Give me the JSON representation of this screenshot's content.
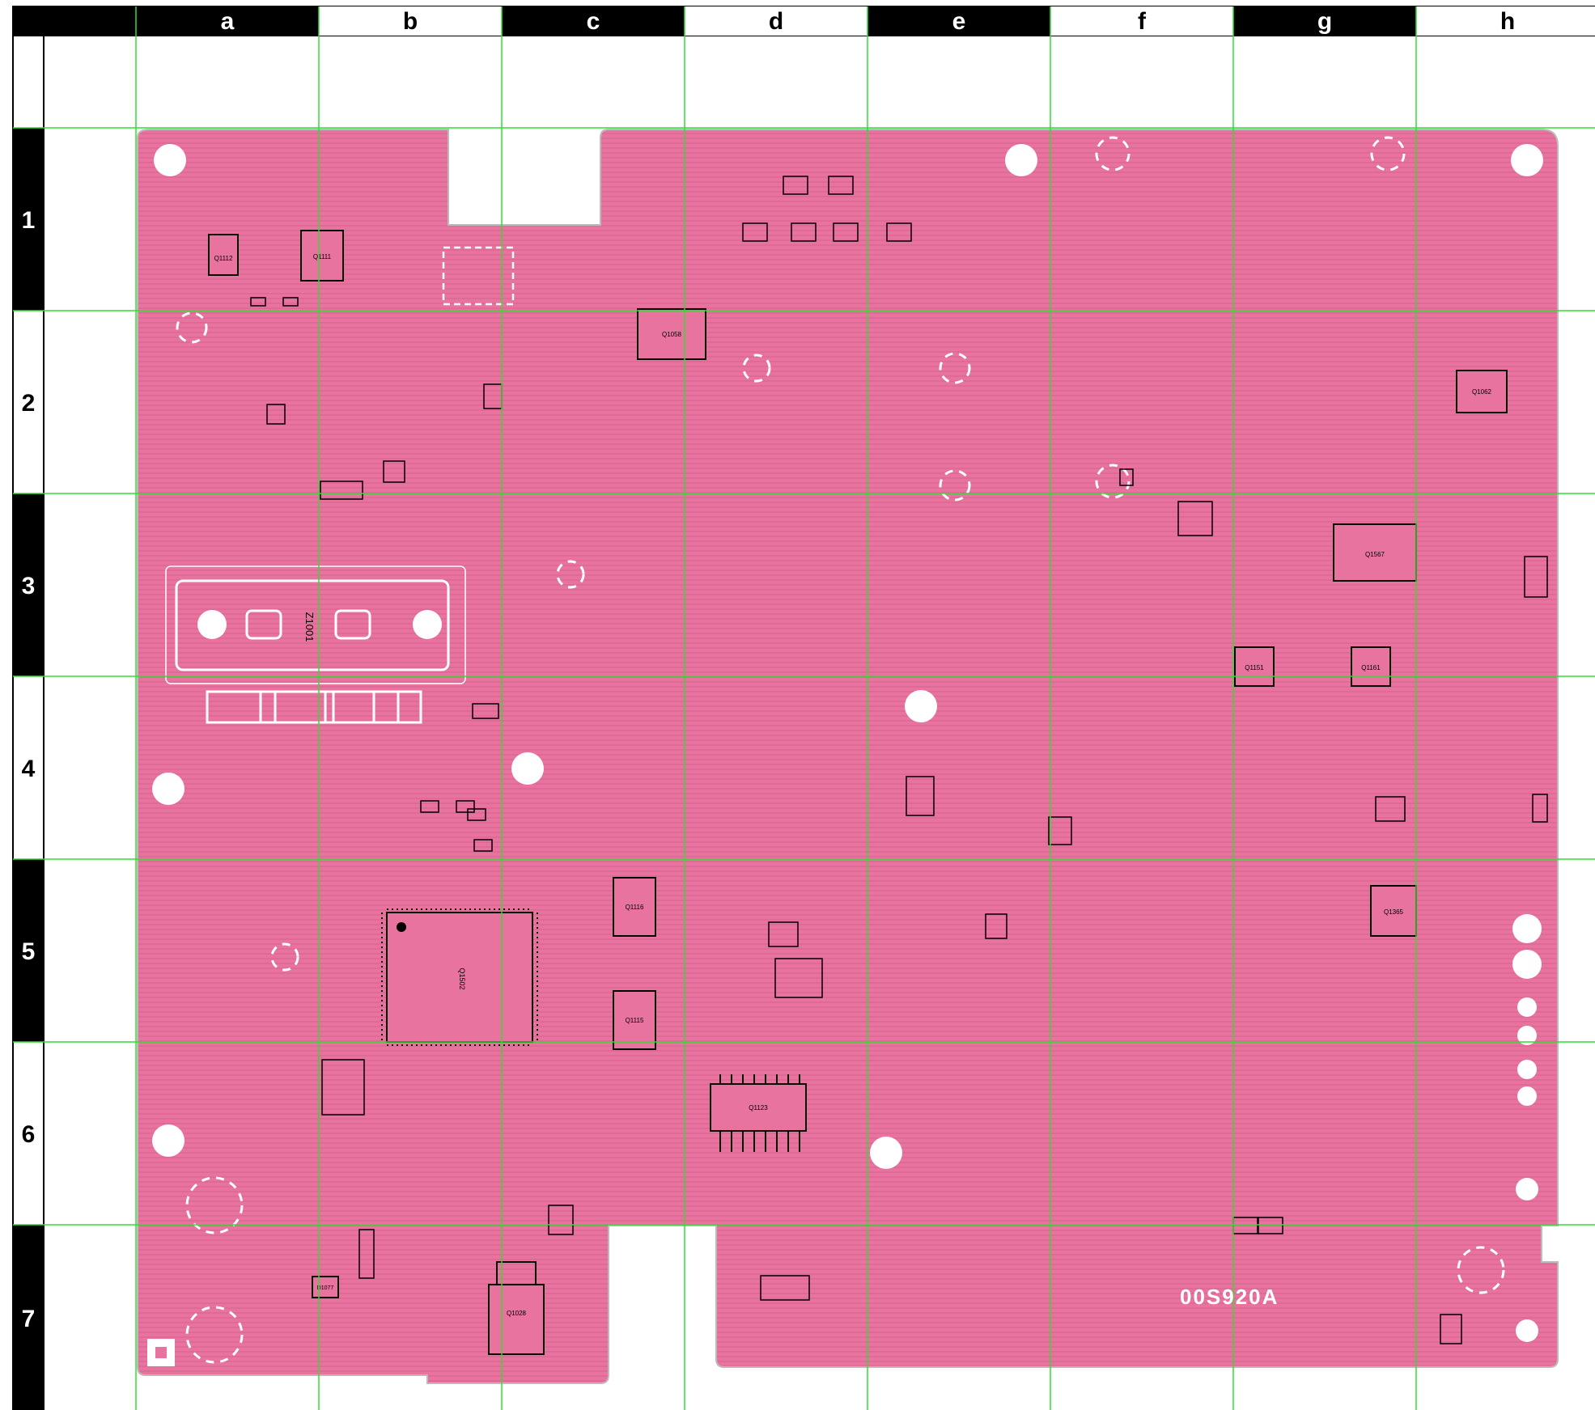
{
  "columns": [
    "a",
    "b",
    "c",
    "d",
    "e",
    "f",
    "g",
    "h"
  ],
  "rows": [
    "1",
    "2",
    "3",
    "4",
    "5",
    "6",
    "7"
  ],
  "board_id": "00S920A",
  "chip_labels": {
    "top_left_chip_1": "Q1112",
    "top_left_chip_2": "Q1111",
    "top_center_chip": "Q1058",
    "top_right_chip": "Q1062",
    "right_mid_chip_1": "Q1567",
    "right_mid_chip_2": "Q1151",
    "right_mid_chip_3": "Q1161",
    "right_lower_chip": "Q1365",
    "big_qfp": "Q1502",
    "left_mid_chip_1": "Q1116",
    "left_mid_chip_2": "Q1115",
    "bottom_center_chip": "Q1123",
    "filter": "Z1001",
    "transistor_bottom": "Q1028",
    "diode_bottom": "D1077"
  },
  "colors": {
    "board": "#e9739f",
    "grid": "#33dd33",
    "silk": "#ffffff",
    "header_bar": "#000000"
  }
}
